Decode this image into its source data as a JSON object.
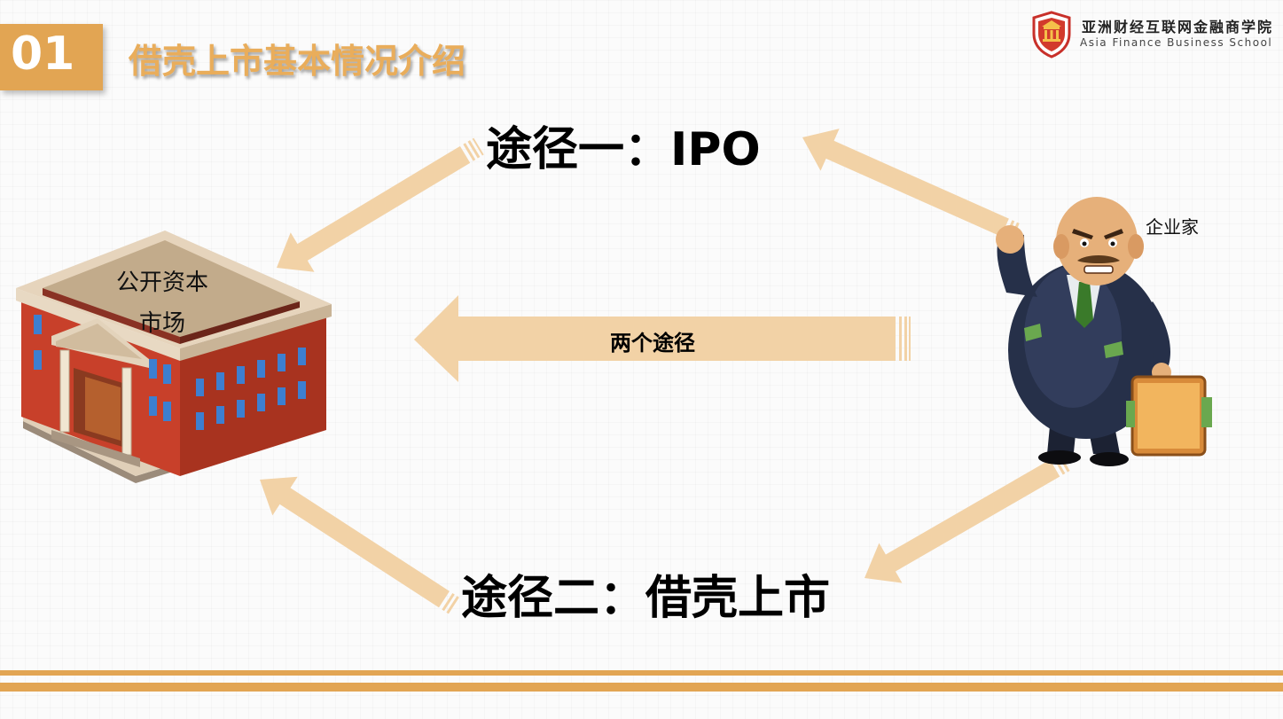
{
  "header": {
    "number": "01",
    "title": "借壳上市基本情况介绍"
  },
  "logo": {
    "name_cn": "亚洲财经互联网金融商学院",
    "name_en": "Asia Finance Business School",
    "icon": "shield-temple-icon"
  },
  "diagram": {
    "route_one": "途径一：IPO",
    "route_two": "途径二：借壳上市",
    "middle_arrow_label": "两个途径",
    "building_label_line1": "公开资本",
    "building_label_line2": "市场",
    "person_label": "企业家"
  },
  "colors": {
    "accent": "#e2a553",
    "arrow": "#f2d2a6",
    "title": "#e9ad5b",
    "brick": "#c8402a"
  }
}
